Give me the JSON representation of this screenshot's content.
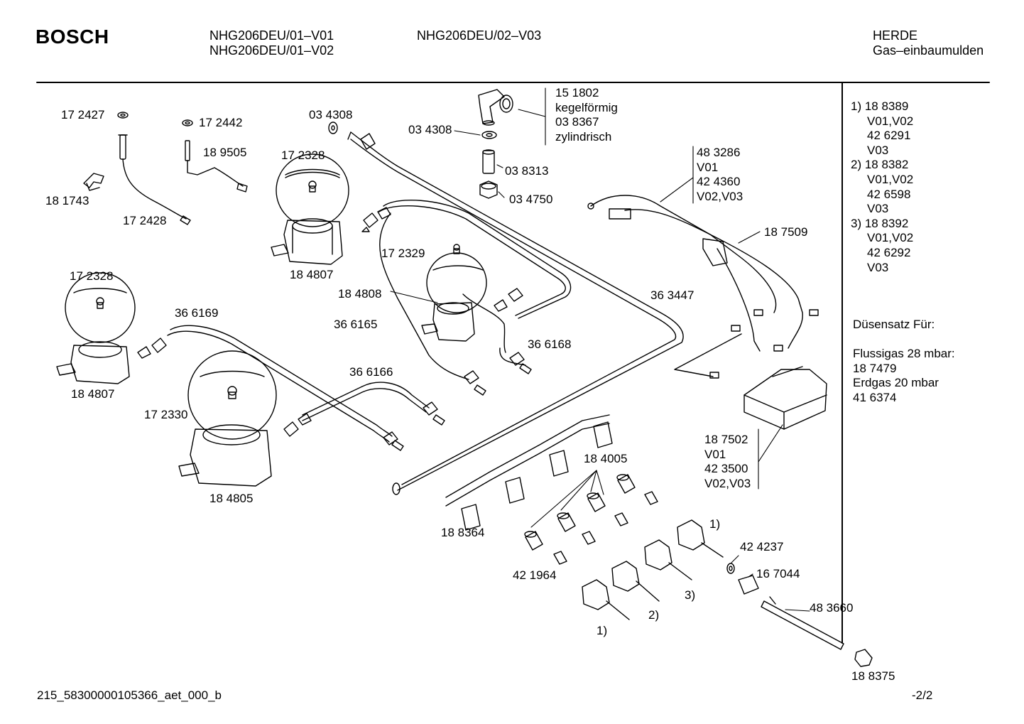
{
  "header": {
    "brand": "BOSCH",
    "models_left": [
      "NHG206DEU/01–V01",
      "NHG206DEU/01–V02"
    ],
    "models_right": [
      "NHG206DEU/02–V03"
    ],
    "category": [
      "HERDE",
      "Gas–einbaumulden"
    ]
  },
  "labels": {
    "p172427": "17 2427",
    "p172442": "17 2442",
    "p189505": "18 9505",
    "p181743": "18 1743",
    "p172428": "17 2428",
    "p034308a": "03 4308",
    "p034308b": "03 4308",
    "p172328a": "17 2328",
    "p184807a": "18 4807",
    "p172329": "17 2329",
    "p184808": "18 4808",
    "p366165": "36 6165",
    "p366168": "36 6168",
    "p172328b": "17 2328",
    "p366169": "36 6169",
    "p184807b": "18 4807",
    "p172330": "17 2330",
    "p366166": "36 6166",
    "p184805": "18 4805",
    "p038313": "03 8313",
    "p034750": "03 4750",
    "p363447": "36 3447",
    "p187509": "18 7509",
    "p184005": "18 4005",
    "p188364": "18 8364",
    "p421964": "42 1964",
    "p424237": "42 4237",
    "p167044": "16 7044",
    "p483660": "48 3660",
    "p188375": "18 8375",
    "m1a": "1)",
    "m1b": "1)",
    "m2": "2)",
    "m3": "3)"
  },
  "stack_fitting": [
    "15 1802",
    "kegelförmig",
    "03 8367",
    "zylindrisch"
  ],
  "stack_cable": [
    "48 3286",
    "V01",
    "42 4360",
    "V02,V03"
  ],
  "stack_box": [
    "18 7502",
    "V01",
    "42 3500",
    "V02,V03"
  ],
  "sidebar": {
    "variants": [
      "1) 18 8389",
      "V01,V02",
      "42 6291",
      "V03",
      "2) 18 8382",
      "V01,V02",
      "42 6598",
      "V03",
      "3) 18 8392",
      "V01,V02",
      "42 6292",
      "V03"
    ],
    "nozzle_title": "Düsensatz Für:",
    "nozzle_lines": [
      "Flussigas 28 mbar:",
      "18 7479",
      "Erdgas 20 mbar",
      "41 6374"
    ]
  },
  "footer": {
    "doc_id": "215_58300000105366_aet_000_b",
    "page": "-2/2"
  }
}
